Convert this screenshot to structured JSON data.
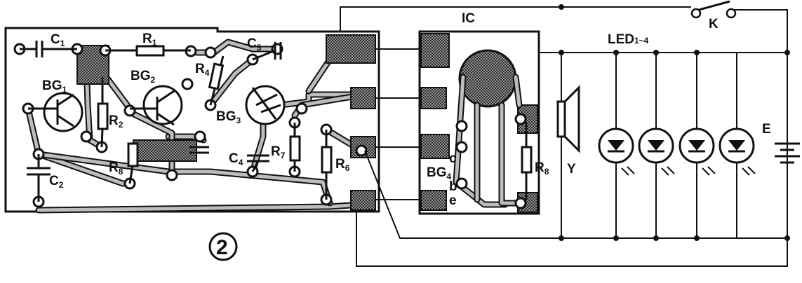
{
  "figure": {
    "number": "2",
    "ic_label": "IC",
    "switch_label": "K",
    "led_label": "LED",
    "led_range": "1~4",
    "speaker_label": "Y",
    "battery_label": "E"
  },
  "components": {
    "c1": {
      "base": "C",
      "sub": "1"
    },
    "c2": {
      "base": "C",
      "sub": "2"
    },
    "c4": {
      "base": "C",
      "sub": "4"
    },
    "c5": {
      "base": "C",
      "sub": "5"
    },
    "r1": {
      "base": "R",
      "sub": "1"
    },
    "r2": {
      "base": "R",
      "sub": "2"
    },
    "r4": {
      "base": "R",
      "sub": "4"
    },
    "r6": {
      "base": "R",
      "sub": "6"
    },
    "r7": {
      "base": "R",
      "sub": "7"
    },
    "r8": {
      "base": "R",
      "sub": "8"
    },
    "r8b": {
      "base": "R",
      "sub": "8"
    },
    "bg1": {
      "base": "BG",
      "sub": "1"
    },
    "bg2": {
      "base": "BG",
      "sub": "2"
    },
    "bg3": {
      "base": "BG",
      "sub": "3"
    },
    "bg4": {
      "base": "BG",
      "sub": "4"
    },
    "bg4_c": "c",
    "bg4_b": "b",
    "bg4_e": "e"
  }
}
